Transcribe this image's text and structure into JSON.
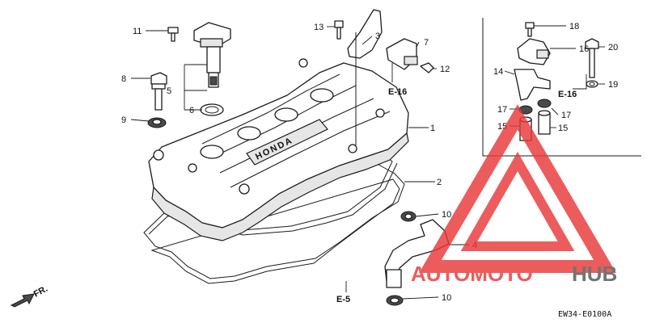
{
  "diagram": {
    "callouts": [
      {
        "id": "c1",
        "text": "1"
      },
      {
        "id": "c2",
        "text": "2"
      },
      {
        "id": "c3",
        "text": "3"
      },
      {
        "id": "c4",
        "text": "4"
      },
      {
        "id": "c5",
        "text": "5"
      },
      {
        "id": "c6",
        "text": "6"
      },
      {
        "id": "c7",
        "text": "7"
      },
      {
        "id": "c8",
        "text": "8"
      },
      {
        "id": "c9",
        "text": "9"
      },
      {
        "id": "c10a",
        "text": "10"
      },
      {
        "id": "c10b",
        "text": "10"
      },
      {
        "id": "c11",
        "text": "11"
      },
      {
        "id": "c12",
        "text": "12"
      },
      {
        "id": "c13",
        "text": "13"
      },
      {
        "id": "c14",
        "text": "14"
      },
      {
        "id": "c15a",
        "text": "15"
      },
      {
        "id": "c15b",
        "text": "15"
      },
      {
        "id": "c16",
        "text": "16"
      },
      {
        "id": "c17a",
        "text": "17"
      },
      {
        "id": "c17b",
        "text": "17"
      },
      {
        "id": "c18",
        "text": "18"
      },
      {
        "id": "c19",
        "text": "19"
      },
      {
        "id": "c20",
        "text": "20"
      }
    ],
    "references": {
      "e16_left": "E-16",
      "e16_right": "E-16",
      "e5": "E-5"
    },
    "front_label": "FR.",
    "cover_logo": "HONDA",
    "diagram_code": "EW34-E0100A"
  },
  "watermark": {
    "text_auto": "AUTOMOTO",
    "text_hub": "HUB",
    "color_red": "#e8393a",
    "color_gray": "#555555"
  }
}
